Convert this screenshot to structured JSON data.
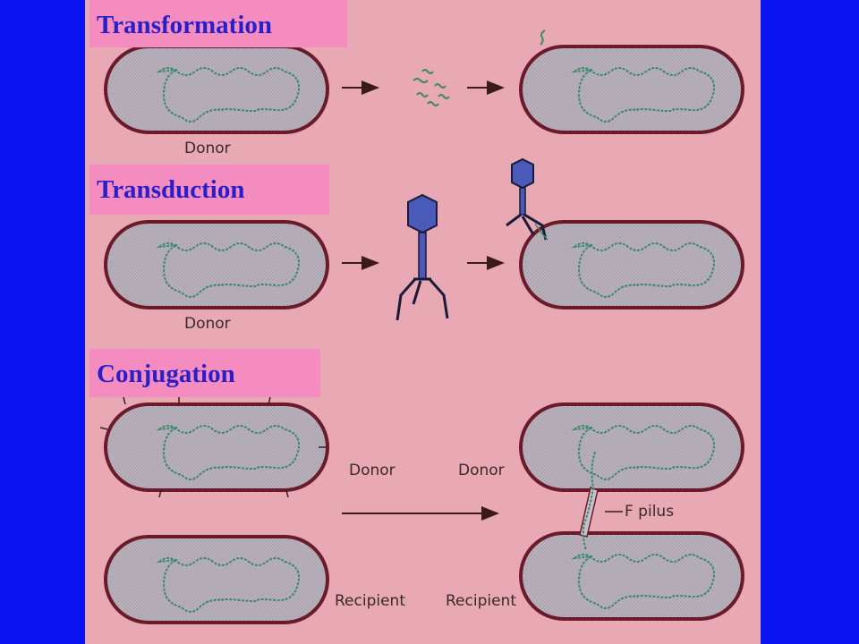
{
  "sections": {
    "transformation": "Transformation",
    "transduction": "Transduction",
    "conjugation": "Conjugation"
  },
  "labels": {
    "donor": "Donor",
    "recipient": "Recipient",
    "f_pilus": "F pilus"
  },
  "colors": {
    "background": "#0a14f0",
    "panel": "#e8a8b4",
    "title_box": "#f48cc0",
    "title_text": "#2a1ec8",
    "cell_fill": "#b8b0ba",
    "cell_border": "#6a1a2a",
    "dna": "#3a8a6a",
    "phage": "#4a5ab8"
  }
}
